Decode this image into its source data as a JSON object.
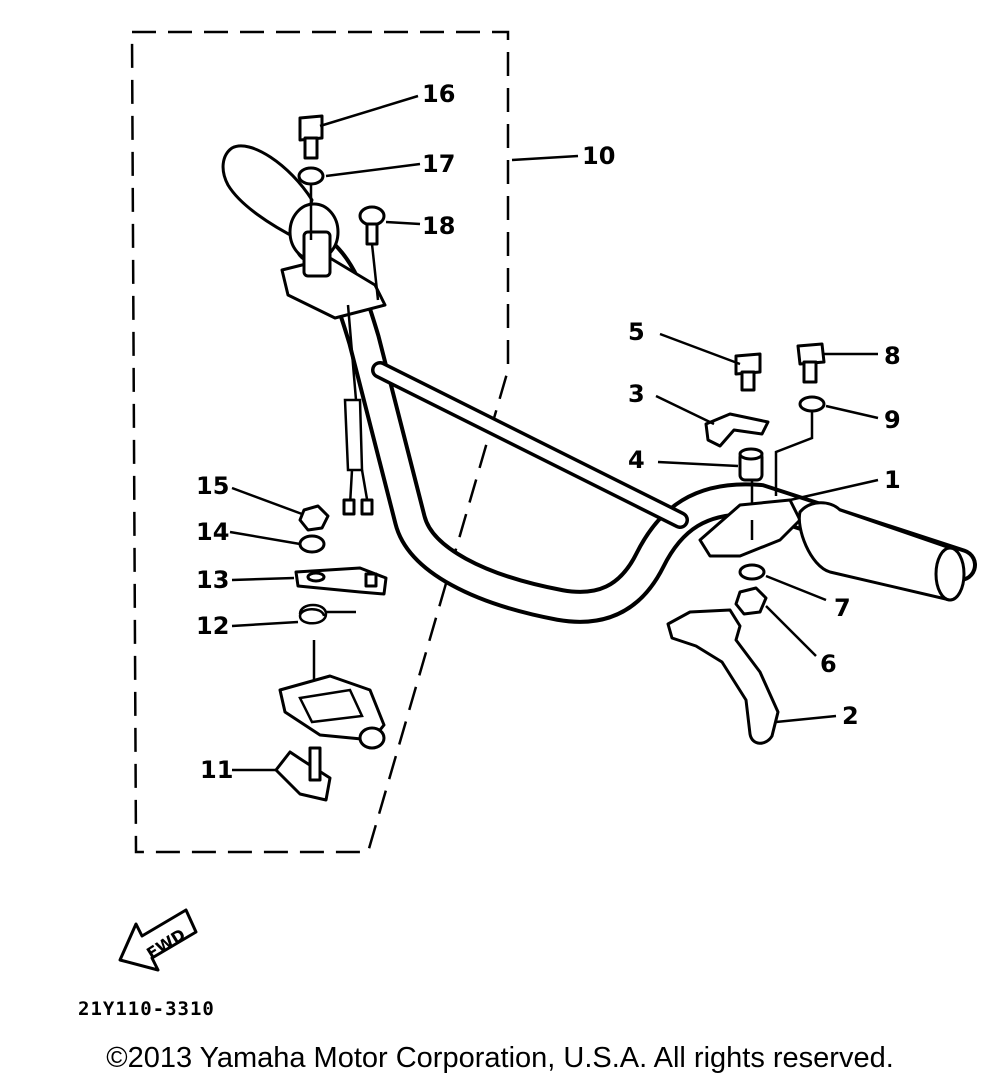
{
  "diagram": {
    "callouts": [
      {
        "id": "c1",
        "label": "1"
      },
      {
        "id": "c2",
        "label": "2"
      },
      {
        "id": "c3",
        "label": "3"
      },
      {
        "id": "c4",
        "label": "4"
      },
      {
        "id": "c5",
        "label": "5"
      },
      {
        "id": "c6",
        "label": "6"
      },
      {
        "id": "c7",
        "label": "7"
      },
      {
        "id": "c8",
        "label": "8"
      },
      {
        "id": "c9",
        "label": "9"
      },
      {
        "id": "c10",
        "label": "10"
      },
      {
        "id": "c11",
        "label": "11"
      },
      {
        "id": "c12",
        "label": "12"
      },
      {
        "id": "c13",
        "label": "13"
      },
      {
        "id": "c14",
        "label": "14"
      },
      {
        "id": "c15",
        "label": "15"
      },
      {
        "id": "c16",
        "label": "16"
      },
      {
        "id": "c17",
        "label": "17"
      },
      {
        "id": "c18",
        "label": "18"
      }
    ],
    "fwd_label": "FWD",
    "ref_code": "21Y110-3310"
  },
  "footer": {
    "copyright": "©2013 Yamaha Motor Corporation, U.S.A. All rights reserved."
  }
}
